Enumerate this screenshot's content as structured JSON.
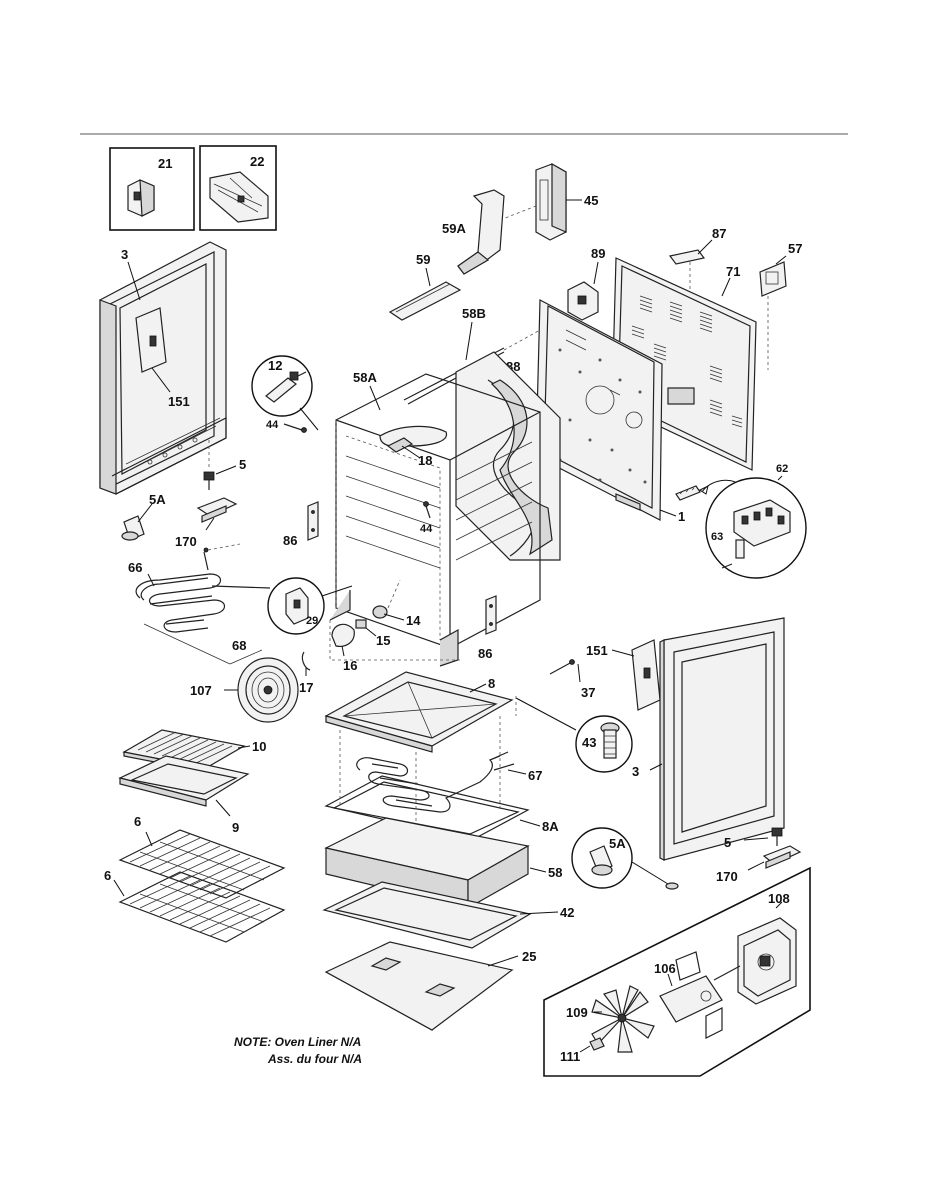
{
  "parts": {
    "p21": "21",
    "p22": "22",
    "p45": "45",
    "p59a": "59A",
    "p87": "87",
    "p57": "57",
    "p3_left": "3",
    "p59": "59",
    "p89": "89",
    "p71": "71",
    "p58b": "58B",
    "p88": "88",
    "p12": "12",
    "p58a": "58A",
    "p151_left": "151",
    "p44_a": "44",
    "p18": "18",
    "p5_left": "5",
    "p62": "62",
    "p5a_left": "5A",
    "p1": "1",
    "p170_left": "170",
    "p86_left": "86",
    "p44_b": "44",
    "p63": "63",
    "p66": "66",
    "p29": "29",
    "p14": "14",
    "p15": "15",
    "p86_right": "86",
    "p68": "68",
    "p16": "16",
    "p151_right": "151",
    "p107": "107",
    "p17": "17",
    "p8": "8",
    "p37": "37",
    "p43": "43",
    "p10": "10",
    "p67": "67",
    "p3_right": "3",
    "p9": "9",
    "p6_a": "6",
    "p8a": "8A",
    "p5a_right": "5A",
    "p5_right": "5",
    "p6_b": "6",
    "p58": "58",
    "p170_right": "170",
    "p42": "42",
    "p108": "108",
    "p106": "106",
    "p25": "25",
    "p109": "109",
    "p111": "111"
  },
  "note": {
    "line1": "NOTE: Oven Liner N/A",
    "line2": "Ass. du four N/A"
  }
}
